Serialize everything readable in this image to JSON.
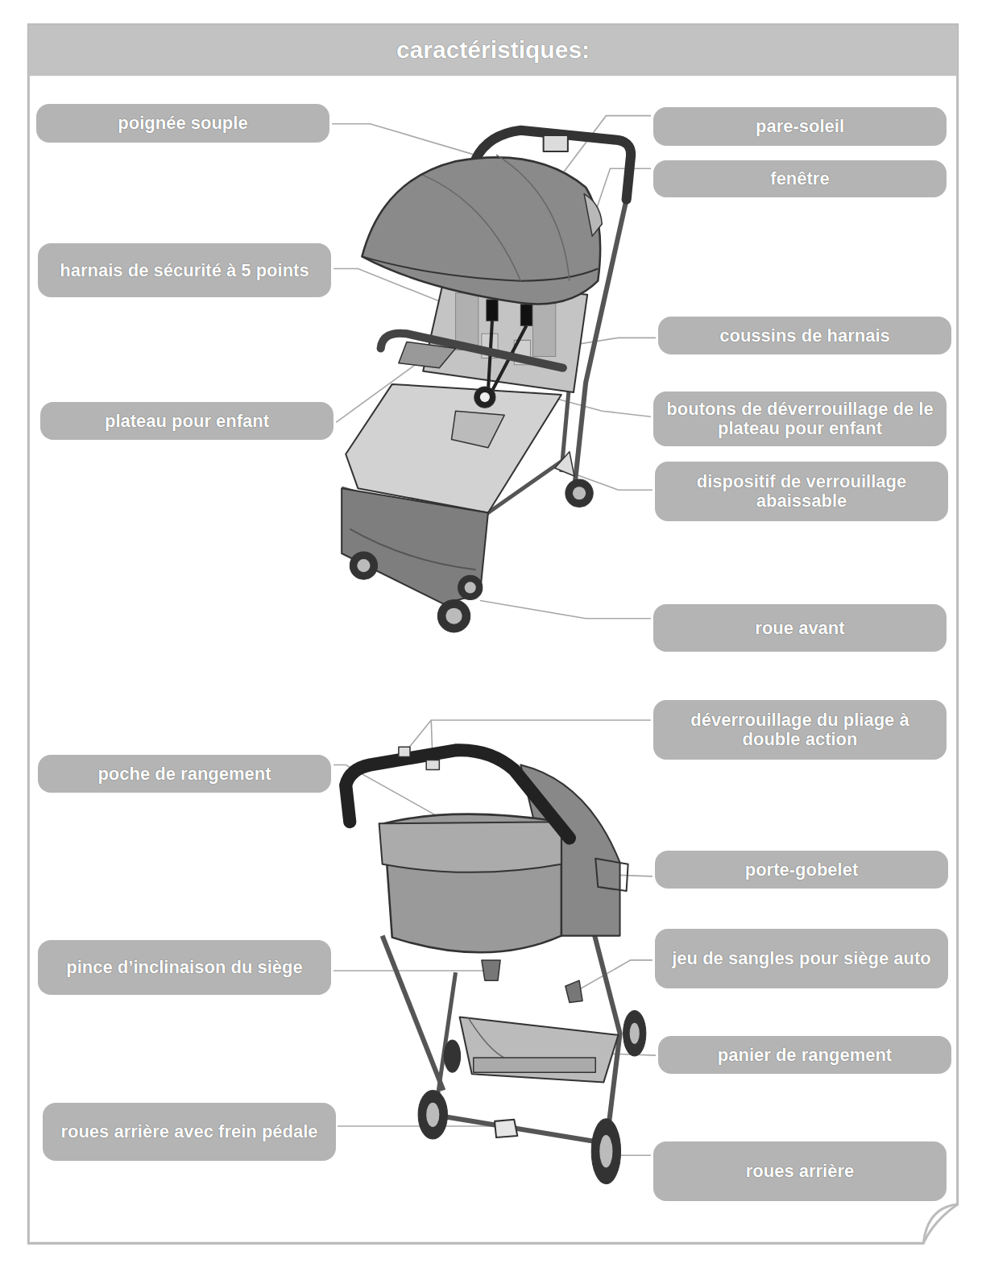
{
  "diagram": {
    "title": "caractéristiques:",
    "nodes": [
      {
        "text": [
          "poignée souple"
        ]
      },
      {
        "text": [
          "pare-soleil"
        ]
      },
      {
        "text": [
          "fenêtre"
        ]
      },
      {
        "text": [
          "harnais de sécurité à 5 points"
        ]
      },
      {
        "text": [
          "coussins de harnais"
        ]
      },
      {
        "text": [
          "boutons de déverrouillage de le plateau pour enfant"
        ]
      },
      {
        "text": [
          "plateau pour enfant"
        ]
      },
      {
        "text": [
          "dispositif de verrouillage abaissable"
        ]
      },
      {
        "text": [
          "roue avant"
        ]
      },
      {
        "text": [
          "déverrouillage du pliage à double action"
        ]
      },
      {
        "text": [
          "poche de rangement"
        ]
      },
      {
        "text": [
          "porte-gobelet"
        ]
      },
      {
        "text": [
          "jeu de sangles pour siège auto"
        ]
      },
      {
        "text": [
          "pince d’inclinaison du siège"
        ]
      },
      {
        "text": [
          "panier de rangement"
        ]
      },
      {
        "text": [
          "roues arrière avec frein pédale"
        ]
      },
      {
        "text": [
          "roues arrière"
        ]
      }
    ]
  }
}
